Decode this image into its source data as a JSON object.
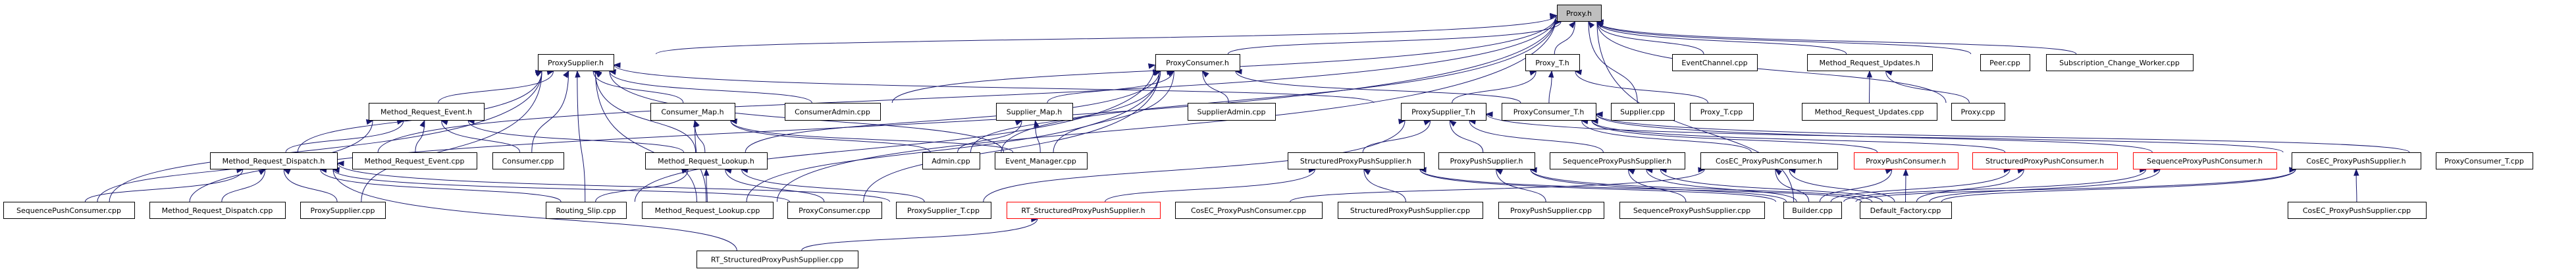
{
  "diagram": {
    "title": "Proxy.h include dependency graph",
    "colors": {
      "edge": "#191970",
      "root_fill": "#bfbfbf",
      "node_border": "#000000",
      "undocumented_border": "#ff0000"
    },
    "nodes": [
      {
        "id": "proxy_h",
        "label": "Proxy.h",
        "kind": "root"
      },
      {
        "id": "proxysupplier_h",
        "label": "ProxySupplier.h"
      },
      {
        "id": "proxyconsumer_h",
        "label": "ProxyConsumer.h"
      },
      {
        "id": "proxy_t_h",
        "label": "Proxy_T.h"
      },
      {
        "id": "eventchannel_cpp",
        "label": "EventChannel.cpp"
      },
      {
        "id": "mr_updates_h",
        "label": "Method_Request_Updates.h"
      },
      {
        "id": "peer_cpp",
        "label": "Peer.cpp"
      },
      {
        "id": "subchange_cpp",
        "label": "Subscription_Change_Worker.cpp"
      },
      {
        "id": "mr_event_h",
        "label": "Method_Request_Event.h"
      },
      {
        "id": "consumer_map_h",
        "label": "Consumer_Map.h"
      },
      {
        "id": "consumeradmin_cpp",
        "label": "ConsumerAdmin.cpp"
      },
      {
        "id": "supplier_map_h",
        "label": "Supplier_Map.h"
      },
      {
        "id": "supplieradmin_cpp",
        "label": "SupplierAdmin.cpp"
      },
      {
        "id": "proxysupplier_t_h",
        "label": "ProxySupplier_T.h"
      },
      {
        "id": "proxyconsumer_t_h",
        "label": "ProxyConsumer_T.h"
      },
      {
        "id": "supplier_cpp",
        "label": "Supplier.cpp"
      },
      {
        "id": "proxy_t_cpp",
        "label": "Proxy_T.cpp"
      },
      {
        "id": "mr_updates_cpp",
        "label": "Method_Request_Updates.cpp"
      },
      {
        "id": "proxy_cpp",
        "label": "Proxy.cpp"
      },
      {
        "id": "mr_dispatch_h",
        "label": "Method_Request_Dispatch.h"
      },
      {
        "id": "mr_event_cpp",
        "label": "Method_Request_Event.cpp"
      },
      {
        "id": "consumer_cpp",
        "label": "Consumer.cpp"
      },
      {
        "id": "mr_lookup_h",
        "label": "Method_Request_Lookup.h"
      },
      {
        "id": "admin_cpp",
        "label": "Admin.cpp"
      },
      {
        "id": "event_manager_cpp",
        "label": "Event_Manager.cpp"
      },
      {
        "id": "structpps_h",
        "label": "StructuredProxyPushSupplier.h"
      },
      {
        "id": "pps_h",
        "label": "ProxyPushSupplier.h"
      },
      {
        "id": "seqpps_h",
        "label": "SequenceProxyPushSupplier.h"
      },
      {
        "id": "cosec_ppc_h",
        "label": "CosEC_ProxyPushConsumer.h"
      },
      {
        "id": "ppc_h",
        "label": "ProxyPushConsumer.h",
        "kind": "undocumented"
      },
      {
        "id": "structppc_h",
        "label": "StructuredProxyPushConsumer.h",
        "kind": "undocumented"
      },
      {
        "id": "seqppc_h",
        "label": "SequenceProxyPushConsumer.h",
        "kind": "undocumented"
      },
      {
        "id": "cosec_pps_h",
        "label": "CosEC_ProxyPushSupplier.h"
      },
      {
        "id": "proxyconsumer_t_cpp",
        "label": "ProxyConsumer_T.cpp"
      },
      {
        "id": "seqpushconsumer_cpp",
        "label": "SequencePushConsumer.cpp"
      },
      {
        "id": "mr_dispatch_cpp",
        "label": "Method_Request_Dispatch.cpp"
      },
      {
        "id": "proxysupplier_cpp",
        "label": "ProxySupplier.cpp"
      },
      {
        "id": "routing_slip_cpp",
        "label": "Routing_Slip.cpp"
      },
      {
        "id": "mr_lookup_cpp",
        "label": "Method_Request_Lookup.cpp"
      },
      {
        "id": "proxyconsumer_cpp",
        "label": "ProxyConsumer.cpp"
      },
      {
        "id": "proxysupplier_t_cpp",
        "label": "ProxySupplier_T.cpp"
      },
      {
        "id": "rt_structpps_h",
        "label": "RT_StructuredProxyPushSupplier.h",
        "kind": "undocumented"
      },
      {
        "id": "cosec_ppc_cpp",
        "label": "CosEC_ProxyPushConsumer.cpp"
      },
      {
        "id": "structpps_cpp",
        "label": "StructuredProxyPushSupplier.cpp"
      },
      {
        "id": "pps_cpp",
        "label": "ProxyPushSupplier.cpp"
      },
      {
        "id": "seqpps_cpp",
        "label": "SequenceProxyPushSupplier.cpp"
      },
      {
        "id": "builder_cpp",
        "label": "Builder.cpp"
      },
      {
        "id": "default_factory_cpp",
        "label": "Default_Factory.cpp"
      },
      {
        "id": "cosec_pps_cpp",
        "label": "CosEC_ProxyPushSupplier.cpp"
      },
      {
        "id": "rt_structpps_cpp",
        "label": "RT_StructuredProxyPushSupplier.cpp"
      }
    ],
    "edges": [
      [
        "proxysupplier_h",
        "proxy_h"
      ],
      [
        "proxyconsumer_h",
        "proxy_h"
      ],
      [
        "proxy_t_h",
        "proxy_h"
      ],
      [
        "eventchannel_cpp",
        "proxy_h"
      ],
      [
        "mr_updates_h",
        "proxy_h"
      ],
      [
        "peer_cpp",
        "proxy_h"
      ],
      [
        "subchange_cpp",
        "proxy_h"
      ],
      [
        "supplier_cpp",
        "proxy_h"
      ],
      [
        "proxy_cpp",
        "proxy_h"
      ],
      [
        "consumeradmin_cpp",
        "proxy_h"
      ],
      [
        "admin_cpp",
        "proxy_h"
      ],
      [
        "mr_dispatch_h",
        "proxy_h"
      ],
      [
        "seqpushconsumer_cpp",
        "proxy_h"
      ],
      [
        "mr_lookup_cpp",
        "proxy_h"
      ],
      [
        "builder_cpp",
        "proxy_h"
      ],
      [
        "proxysupplier_t_h",
        "proxy_t_h"
      ],
      [
        "proxyconsumer_t_h",
        "proxy_t_h"
      ],
      [
        "proxy_t_cpp",
        "proxy_t_h"
      ],
      [
        "mr_updates_cpp",
        "mr_updates_h"
      ],
      [
        "proxy_cpp",
        "mr_updates_h"
      ],
      [
        "mr_event_h",
        "proxysupplier_h"
      ],
      [
        "consumer_map_h",
        "proxysupplier_h"
      ],
      [
        "consumeradmin_cpp",
        "proxysupplier_h"
      ],
      [
        "consumer_cpp",
        "proxysupplier_h"
      ],
      [
        "mr_lookup_h",
        "proxysupplier_h"
      ],
      [
        "routing_slip_cpp",
        "proxysupplier_h"
      ],
      [
        "mr_lookup_cpp",
        "proxysupplier_h"
      ],
      [
        "mr_dispatch_h",
        "proxysupplier_h"
      ],
      [
        "seqpushconsumer_cpp",
        "proxysupplier_h"
      ],
      [
        "proxysupplier_cpp",
        "proxysupplier_h"
      ],
      [
        "proxysupplier_t_h",
        "proxysupplier_h"
      ],
      [
        "event_manager_cpp",
        "proxysupplier_h"
      ],
      [
        "supplier_map_h",
        "proxyconsumer_h"
      ],
      [
        "supplieradmin_cpp",
        "proxyconsumer_h"
      ],
      [
        "admin_cpp",
        "proxyconsumer_h"
      ],
      [
        "event_manager_cpp",
        "proxyconsumer_h"
      ],
      [
        "proxyconsumer_t_h",
        "proxyconsumer_h"
      ],
      [
        "proxyconsumer_cpp",
        "proxyconsumer_h"
      ],
      [
        "mr_lookup_h",
        "proxyconsumer_h"
      ],
      [
        "routing_slip_cpp",
        "proxyconsumer_h"
      ],
      [
        "mr_lookup_cpp",
        "proxyconsumer_h"
      ],
      [
        "mr_event_cpp",
        "mr_event_h"
      ],
      [
        "consumer_cpp",
        "mr_event_h"
      ],
      [
        "mr_dispatch_h",
        "mr_event_h"
      ],
      [
        "seqpushconsumer_cpp",
        "mr_event_h"
      ],
      [
        "mr_lookup_h",
        "mr_event_h"
      ],
      [
        "mr_lookup_h",
        "consumer_map_h"
      ],
      [
        "admin_cpp",
        "consumer_map_h"
      ],
      [
        "event_manager_cpp",
        "consumer_map_h"
      ],
      [
        "mr_lookup_cpp",
        "consumer_map_h"
      ],
      [
        "admin_cpp",
        "supplier_map_h"
      ],
      [
        "event_manager_cpp",
        "supplier_map_h"
      ],
      [
        "seqpushconsumer_cpp",
        "mr_dispatch_h"
      ],
      [
        "mr_dispatch_cpp",
        "mr_dispatch_h"
      ],
      [
        "proxysupplier_cpp",
        "mr_dispatch_h"
      ],
      [
        "routing_slip_cpp",
        "mr_dispatch_h"
      ],
      [
        "proxyconsumer_cpp",
        "mr_dispatch_h"
      ],
      [
        "proxysupplier_t_cpp",
        "mr_dispatch_h"
      ],
      [
        "routing_slip_cpp",
        "mr_lookup_h"
      ],
      [
        "mr_lookup_cpp",
        "mr_lookup_h"
      ],
      [
        "proxyconsumer_cpp",
        "mr_lookup_h"
      ],
      [
        "proxysupplier_t_cpp",
        "mr_lookup_h"
      ],
      [
        "structpps_h",
        "proxysupplier_t_h"
      ],
      [
        "pps_h",
        "proxysupplier_t_h"
      ],
      [
        "seqpps_h",
        "proxysupplier_t_h"
      ],
      [
        "cosec_pps_h",
        "proxysupplier_t_h"
      ],
      [
        "proxysupplier_t_cpp",
        "proxysupplier_t_h"
      ],
      [
        "cosec_ppc_h",
        "proxyconsumer_t_h"
      ],
      [
        "ppc_h",
        "proxyconsumer_t_h"
      ],
      [
        "structppc_h",
        "proxyconsumer_t_h"
      ],
      [
        "seqppc_h",
        "proxyconsumer_t_h"
      ],
      [
        "proxyconsumer_t_cpp",
        "proxyconsumer_t_h"
      ],
      [
        "structpps_cpp",
        "structpps_h"
      ],
      [
        "rt_structpps_h",
        "structpps_h"
      ],
      [
        "builder_cpp",
        "structpps_h"
      ],
      [
        "default_factory_cpp",
        "structpps_h"
      ],
      [
        "pps_cpp",
        "pps_h"
      ],
      [
        "builder_cpp",
        "pps_h"
      ],
      [
        "default_factory_cpp",
        "pps_h"
      ],
      [
        "seqpps_cpp",
        "seqpps_h"
      ],
      [
        "builder_cpp",
        "seqpps_h"
      ],
      [
        "default_factory_cpp",
        "seqpps_h"
      ],
      [
        "cosec_ppc_cpp",
        "cosec_ppc_h"
      ],
      [
        "builder_cpp",
        "cosec_ppc_h"
      ],
      [
        "default_factory_cpp",
        "cosec_ppc_h"
      ],
      [
        "builder_cpp",
        "ppc_h"
      ],
      [
        "default_factory_cpp",
        "ppc_h"
      ],
      [
        "builder_cpp",
        "structppc_h"
      ],
      [
        "default_factory_cpp",
        "structppc_h"
      ],
      [
        "builder_cpp",
        "seqppc_h"
      ],
      [
        "default_factory_cpp",
        "seqppc_h"
      ],
      [
        "cosec_pps_cpp",
        "cosec_pps_h"
      ],
      [
        "builder_cpp",
        "cosec_pps_h"
      ],
      [
        "default_factory_cpp",
        "cosec_pps_h"
      ],
      [
        "rt_structpps_cpp",
        "rt_structpps_h"
      ],
      [
        "rt_structpps_cpp",
        "mr_dispatch_h"
      ]
    ]
  }
}
